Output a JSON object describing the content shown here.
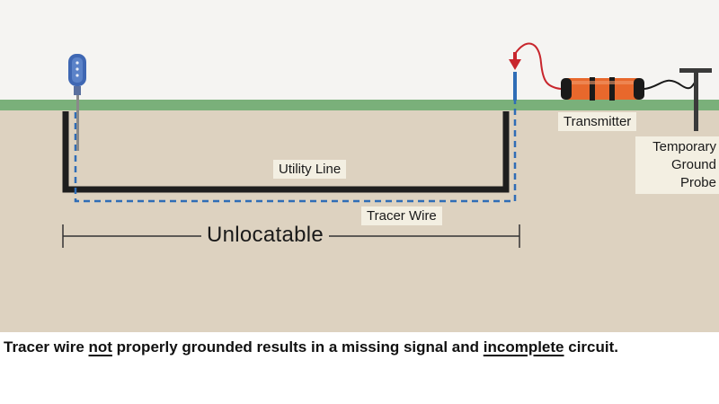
{
  "colors": {
    "sky": "#f5f4f2",
    "soil": "#ddd2c0",
    "grass": "#7ab07a",
    "utility_line": "#1e1e1e",
    "tracer_wire": "#2f6db6",
    "transmitter_body": "#e8682c",
    "transmitter_bands": "#1a1a1a",
    "clip": "#c8262d",
    "ground_rod": "#8a8a8a",
    "label_box": "#f3efe2"
  },
  "icons": [
    "test-station-icon",
    "ground-rod-icon",
    "alligator-clip-icon",
    "transmitter-icon",
    "temporary-ground-probe-icon",
    "dimension-line-icon"
  ],
  "labels": {
    "utility_line": "Utility Line",
    "tracer_wire": "Tracer Wire",
    "unlocatable": "Unlocatable",
    "transmitter": "Transmitter",
    "probe": "Temporary Ground Probe"
  },
  "caption": {
    "part1": "Tracer wire ",
    "emph1": "not",
    "part2": " properly grounded results in a missing signal and ",
    "emph2": "incomplete",
    "part3": " circuit."
  }
}
